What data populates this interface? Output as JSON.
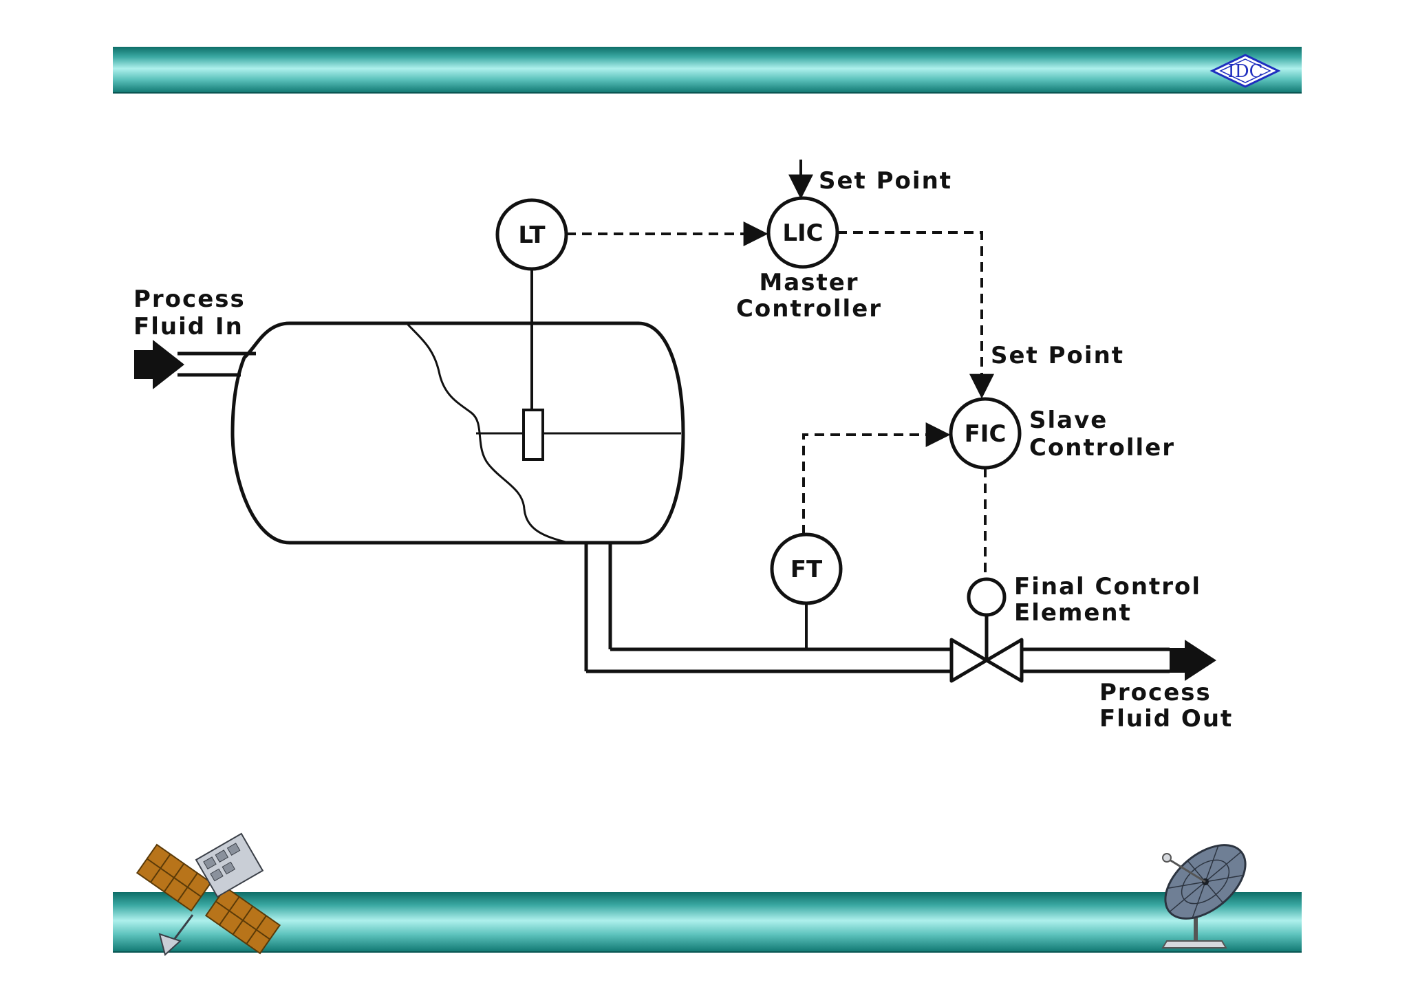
{
  "header": {
    "logo_text": "IDC"
  },
  "diagram": {
    "instruments": {
      "lt": "LT",
      "lic": "LIC",
      "fic": "FIC",
      "ft": "FT"
    },
    "labels": {
      "process_in_1": "Process",
      "process_in_2": "Fluid In",
      "set_point_master": "Set Point",
      "master_1": "Master",
      "master_2": "Controller",
      "set_point_slave": "Set Point",
      "slave_1": "Slave",
      "slave_2": "Controller",
      "final_1": "Final Control",
      "final_2": "Element",
      "process_out_1": "Process",
      "process_out_2": "Fluid Out"
    }
  },
  "colors": {
    "band_dark": "#0e6e68",
    "band_light": "#aef0ec",
    "logo_blue": "#1f2fbf"
  },
  "icons": {
    "bottom_left": "satellite-icon",
    "bottom_right": "satellite-dish-icon"
  }
}
